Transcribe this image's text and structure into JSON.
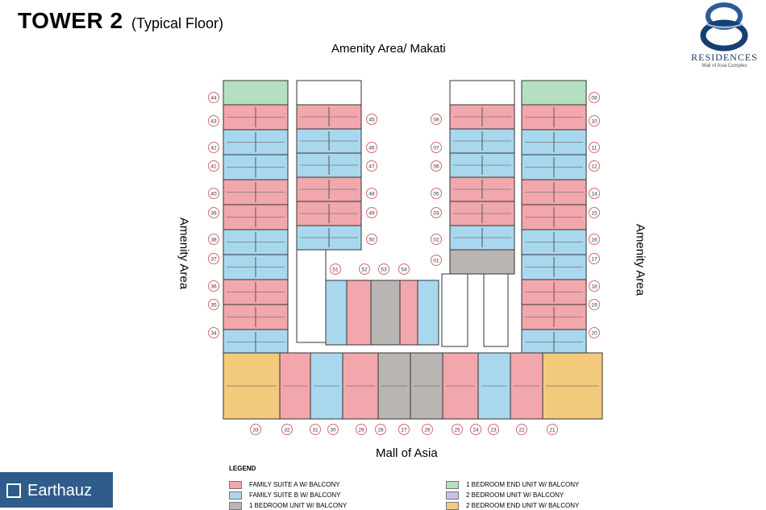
{
  "title": {
    "main": "TOWER 2",
    "sub": "(Typical Floor)"
  },
  "logo": {
    "brand": "RESIDENCES",
    "tagline": "Mall of Asia Complex"
  },
  "orientation": {
    "top": "Amenity Area/ Makati",
    "bottom": "Mall of Asia",
    "left": "Amenity Area",
    "right": "Amenity Area"
  },
  "unit_numbers": {
    "left_column": [
      "44",
      "43",
      "42",
      "41",
      "40",
      "39",
      "38",
      "37",
      "36",
      "35",
      "34"
    ],
    "inner_left_column": [
      "45",
      "46",
      "47",
      "48",
      "49",
      "50"
    ],
    "inner_right_column": [
      "08",
      "07",
      "06",
      "05",
      "03",
      "02",
      "01"
    ],
    "right_column": [
      "09",
      "10",
      "11",
      "12",
      "14",
      "15",
      "16",
      "17",
      "18",
      "19",
      "20"
    ],
    "middle_row": [
      "51",
      "52",
      "53",
      "54"
    ],
    "bottom_row": [
      "33",
      "32",
      "31",
      "30",
      "29",
      "28",
      "27",
      "26",
      "25",
      "24",
      "23",
      "22",
      "21"
    ]
  },
  "legend": {
    "heading": "LEGEND",
    "items": [
      {
        "label": "FAMILY SUITE A W/ BALCONY",
        "color": "#f2a7ad"
      },
      {
        "label": "FAMILY SUITE B W/ BALCONY",
        "color": "#a9d8ee"
      },
      {
        "label": "1 BEDROOM UNIT W/ BALCONY",
        "color": "#b9b5b3"
      },
      {
        "label": "1 BEDROOM END UNIT W/ BALCONY",
        "color": "#b4e0bf"
      },
      {
        "label": "2 BEDROOM UNIT W/ BALCONY",
        "color": "#c8bfe4"
      },
      {
        "label": "2 BEDROOM END UNIT W/ BALCONY",
        "color": "#f3c97c"
      }
    ]
  },
  "watermark": {
    "text": "Earthauz"
  }
}
